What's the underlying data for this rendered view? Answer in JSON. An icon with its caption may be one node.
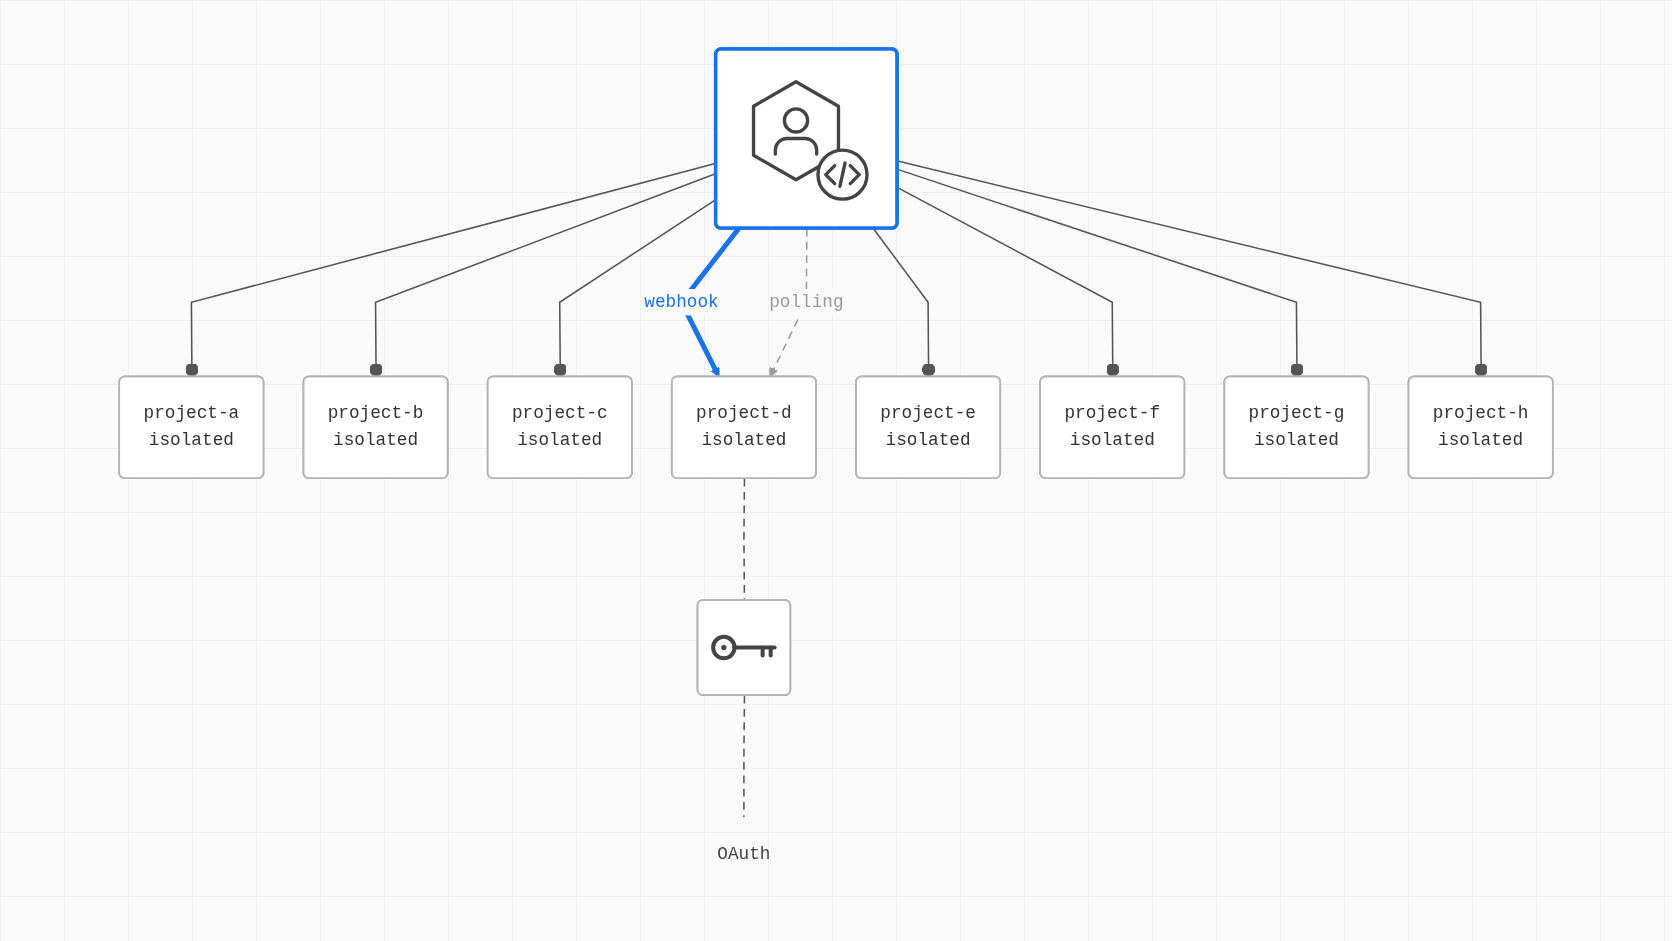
{
  "diagram": {
    "nodes": [
      {
        "text": [],
        "shape": "box"
      },
      {
        "text": [
          "project-a",
          "isolated"
        ]
      },
      {
        "text": [
          "project-b",
          "isolated"
        ]
      },
      {
        "text": [
          "project-c",
          "isolated"
        ]
      },
      {
        "text": [
          "project-d",
          "isolated"
        ]
      },
      {
        "text": [
          "project-e",
          "isolated"
        ]
      },
      {
        "text": [
          "project-f",
          "isolated"
        ]
      },
      {
        "text": [
          "project-g",
          "isolated"
        ]
      },
      {
        "text": [
          "project-h",
          "isolated"
        ]
      },
      {
        "text": [],
        "shape": "box"
      },
      {
        "text": [
          "OAuth"
        ]
      }
    ],
    "edges": [
      {
        "from": 0,
        "to": 1,
        "arrow": "other"
      },
      {
        "from": 0,
        "to": 2,
        "arrow": "other"
      },
      {
        "from": 0,
        "to": 3,
        "arrow": "other"
      },
      {
        "from": 0,
        "to": 4,
        "arrow": "to",
        "label": "webhook",
        "style": "thick",
        "color": "#1a73e8"
      },
      {
        "from": 0,
        "to": 4,
        "arrow": "to",
        "label": "polling",
        "style": "dashed",
        "color": "#9a9a9a"
      },
      {
        "from": 0,
        "to": 5,
        "arrow": "other"
      },
      {
        "from": 0,
        "to": 6,
        "arrow": "other"
      },
      {
        "from": 0,
        "to": 7,
        "arrow": "other"
      },
      {
        "from": 0,
        "to": 8,
        "arrow": "other"
      },
      {
        "from": 4,
        "to": 9,
        "arrow": "none",
        "style": "dashed"
      },
      {
        "from": 9,
        "to": 10,
        "arrow": "none",
        "style": "dashed"
      }
    ]
  }
}
